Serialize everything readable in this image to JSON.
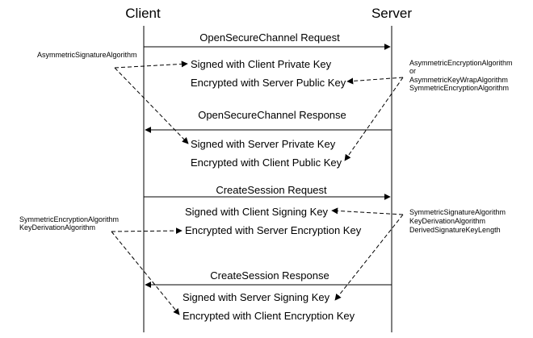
{
  "actors": {
    "client": "Client",
    "server": "Server"
  },
  "messages": {
    "open_request": "OpenSecureChannel Request",
    "open_response": "OpenSecureChannel Response",
    "create_request": "CreateSession Request",
    "create_response": "CreateSession Response"
  },
  "notes": {
    "n1": "Signed with Client Private Key",
    "n2": "Encrypted with Server Public Key",
    "n3": "Signed with Server Private Key",
    "n4": "Encrypted with Client Public Key",
    "n5": "Signed with Client Signing Key",
    "n6": "Encrypted with Server Encryption Key",
    "n7": "Signed with Server Signing Key",
    "n8": "Encrypted with Client Encryption Key"
  },
  "left_labels": {
    "asym_sig": "AsymmetricSignatureAlgorithm",
    "sym_enc": "SymmetricEncryptionAlgorithm",
    "key_deriv": "KeyDerivationAlgorithm"
  },
  "right_labels": {
    "asym_enc": "AsymmetricEncryptionAlgorithm",
    "or": "or",
    "asym_keywrap": "AsymmetricKeyWrapAlgorithm",
    "sym_enc": "SymmetricEncryptionAlgorithm",
    "sym_sig": "SymmetricSignatureAlgorithm",
    "key_deriv": "KeyDerivationAlgorithm",
    "derived_len": "DerivedSignatureKeyLength"
  }
}
